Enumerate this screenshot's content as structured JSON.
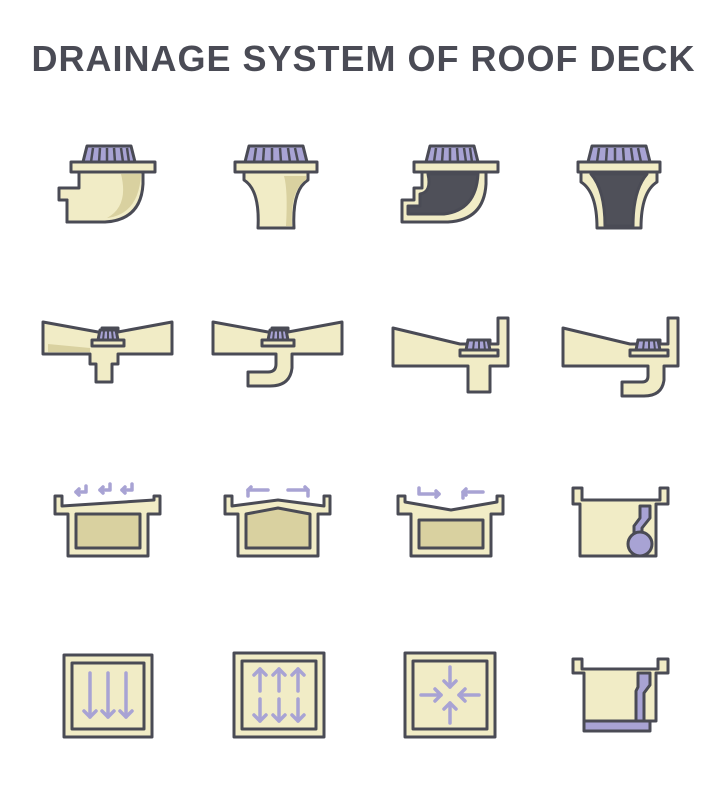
{
  "title": "DRAINAGE SYSTEM OF ROOF DECK",
  "colors": {
    "outline": "#4a4b55",
    "cream": "#f1ecc6",
    "cream_shade": "#d9d1a0",
    "lavender": "#a8a3d4",
    "dark_fill": "#4f5059"
  },
  "icons": [
    {
      "row": 1,
      "name": "side-outlet-roof-drain-icon"
    },
    {
      "row": 1,
      "name": "bottom-outlet-roof-drain-icon"
    },
    {
      "row": 1,
      "name": "side-outlet-drain-section-icon"
    },
    {
      "row": 1,
      "name": "bottom-outlet-drain-section-icon"
    },
    {
      "row": 2,
      "name": "center-drain-straight-pipe-icon"
    },
    {
      "row": 2,
      "name": "center-drain-elbow-pipe-icon"
    },
    {
      "row": 2,
      "name": "edge-drain-straight-pipe-icon"
    },
    {
      "row": 2,
      "name": "edge-drain-elbow-pipe-icon"
    },
    {
      "row": 3,
      "name": "slope-one-direction-section-icon"
    },
    {
      "row": 3,
      "name": "slope-to-both-edges-section-icon"
    },
    {
      "row": 3,
      "name": "slope-to-center-section-icon"
    },
    {
      "row": 3,
      "name": "parapet-scupper-section-icon"
    },
    {
      "row": 4,
      "name": "one-way-flow-plan-icon"
    },
    {
      "row": 4,
      "name": "two-way-flow-plan-icon"
    },
    {
      "row": 4,
      "name": "flow-to-center-plan-icon"
    },
    {
      "row": 4,
      "name": "parapet-gutter-section-icon"
    }
  ]
}
